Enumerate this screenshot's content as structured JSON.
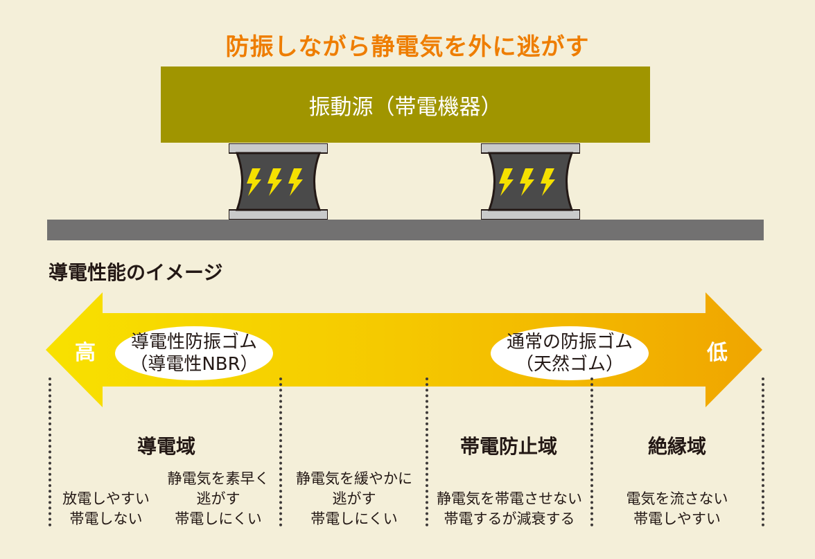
{
  "title": "防振しながら静電気を外に逃がす",
  "source_label": "振動源（帯電機器）",
  "section_heading": "導電性能のイメージ",
  "arrow": {
    "high_label": "高",
    "low_label": "低",
    "left_ellipse": {
      "line1": "導電性防振ゴム",
      "line2": "（導電性NBR）"
    },
    "right_ellipse": {
      "line1": "通常の防振ゴム",
      "line2": "（天然ゴム）"
    }
  },
  "zones": {
    "conductive": {
      "title": "導電域",
      "col1": {
        "line1": "放電しやすい",
        "line2": "帯電しない"
      },
      "col2": {
        "line1": "静電気を素早く",
        "line2": "逃がす",
        "line3": "帯電しにくい"
      }
    },
    "gradual": {
      "line1": "静電気を緩やかに",
      "line2": "逃がす",
      "line3": "帯電しにくい"
    },
    "antistatic": {
      "title": "帯電防止域",
      "line1": "静電気を帯電させない",
      "line2": "帯電するが減衰する"
    },
    "insulating": {
      "title": "絶縁域",
      "line1": "電気を流さない",
      "line2": "帯電しやすい"
    }
  },
  "colors": {
    "title": "#ee7d00",
    "source_box": "#a09500",
    "ground": "#727171",
    "damper_body": "#4a4a4a",
    "damper_plate": "#c9caca",
    "lightning": "#f5e000",
    "arrow_left": "#f8e100",
    "arrow_right": "#f0a500",
    "background": "#f4efd9"
  }
}
